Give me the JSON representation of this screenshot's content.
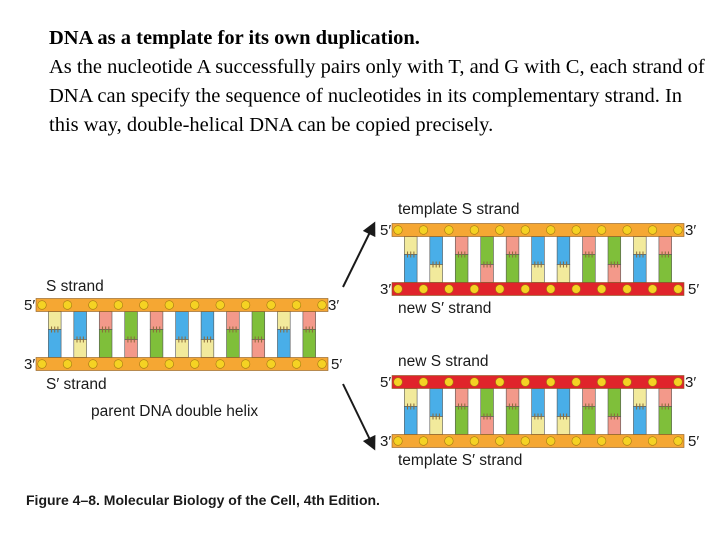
{
  "text": {
    "title": "DNA as a template for its own duplication.",
    "body": "As the nucleotide A successfully pairs only with T, and G with C, each strand of DNA can specify the sequence of nucleotides in its complementary strand. In this way, double-helical DNA can be copied precisely."
  },
  "parent": {
    "top_label": "S strand",
    "bottom_label": "S′ strand",
    "caption": "parent DNA double helix",
    "top_left": "5′",
    "top_right": "3′",
    "bottom_left": "3′",
    "bottom_right": "5′"
  },
  "upper_daughter": {
    "top_label": "template S strand",
    "bottom_label": "new S′ strand",
    "top_left": "5′",
    "top_right": "3′",
    "bottom_left": "3′",
    "bottom_right": "5′"
  },
  "lower_daughter": {
    "top_label": "new S strand",
    "bottom_label": "template S′ strand",
    "top_left": "5′",
    "top_right": "3′",
    "bottom_left": "3′",
    "bottom_right": "5′"
  },
  "figure_caption": "Figure 4–8. Molecular Biology of the Cell, 4th Edition.",
  "base_sequence": [
    "T",
    "A",
    "C",
    "G",
    "C",
    "A",
    "A",
    "C",
    "G",
    "T",
    "C"
  ],
  "colors": {
    "template_strand": "#f5a733",
    "new_strand": "#e0242b",
    "phosphate": "#f5d223",
    "A": "#49aee8",
    "T": "#f2ea9c",
    "G": "#7fbf3a",
    "C": "#f3998a"
  }
}
